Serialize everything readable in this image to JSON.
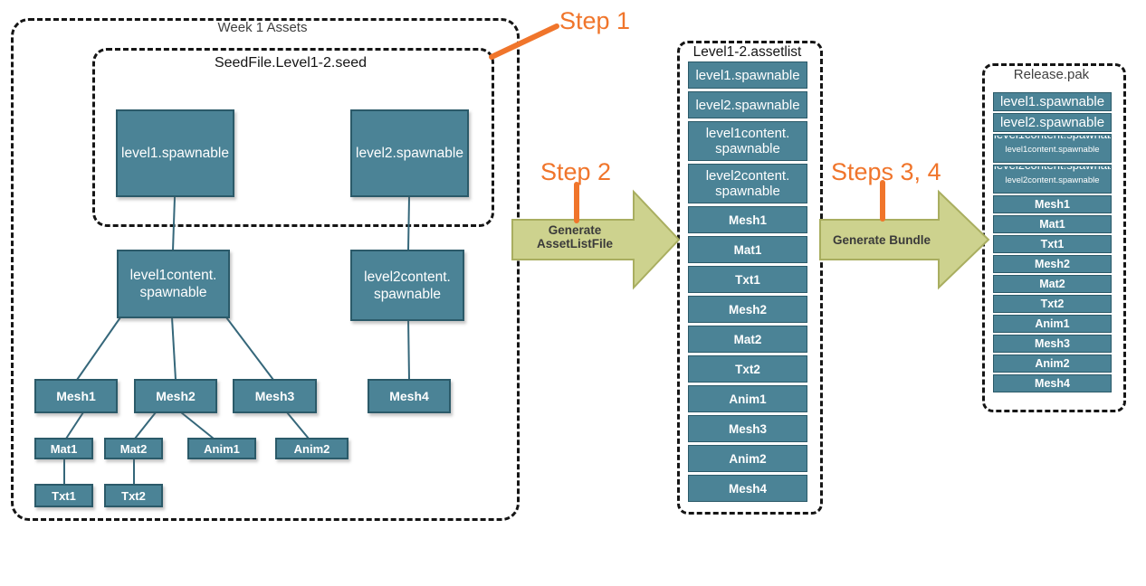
{
  "titles": {
    "week_assets": "Week 1 Assets",
    "seed_file": "SeedFile.Level1-2.seed",
    "assetlist": "Level1-2.assetlist",
    "release": "Release.pak"
  },
  "annotations": {
    "step1": "Step 1",
    "step2": "Step 2",
    "steps34": "Steps 3, 4"
  },
  "arrow_labels": {
    "generate_assetlist_line1": "Generate",
    "generate_assetlist_line2": "AssetListFile",
    "generate_bundle": "Generate Bundle"
  },
  "tree": {
    "level1_spawnable": "level1.spawnable",
    "level2_spawnable": "level2.spawnable",
    "level1content": "level1content.\nspawnable",
    "level2content": "level2content.\nspawnable",
    "mesh1": "Mesh1",
    "mesh2": "Mesh2",
    "mesh3": "Mesh3",
    "mesh4": "Mesh4",
    "mat1": "Mat1",
    "mat2": "Mat2",
    "anim1": "Anim1",
    "anim2": "Anim2",
    "txt1": "Txt1",
    "txt2": "Txt2"
  },
  "assetlist": {
    "items": [
      "level1.spawnable",
      "level2.spawnable",
      "level1content.\nspawnable",
      "level2content.\nspawnable",
      "Mesh1",
      "Mat1",
      "Txt1",
      "Mesh2",
      "Mat2",
      "Txt2",
      "Anim1",
      "Mesh3",
      "Anim2",
      "Mesh4"
    ]
  },
  "release": {
    "items": [
      "level1.spawnable",
      "level2.spawnable",
      "level1content.spawnable",
      "level2content.spawnable",
      "Mesh1",
      "Mat1",
      "Txt1",
      "Mesh2",
      "Mat2",
      "Txt2",
      "Anim1",
      "Mesh3",
      "Anim2",
      "Mesh4"
    ]
  },
  "colors": {
    "node_fill": "#4B8396",
    "node_border": "#2B5A69",
    "connector": "#35677A",
    "arrow_fill": "#CDD28E",
    "arrow_border": "#A9AE60",
    "accent_orange": "#F0752B"
  }
}
